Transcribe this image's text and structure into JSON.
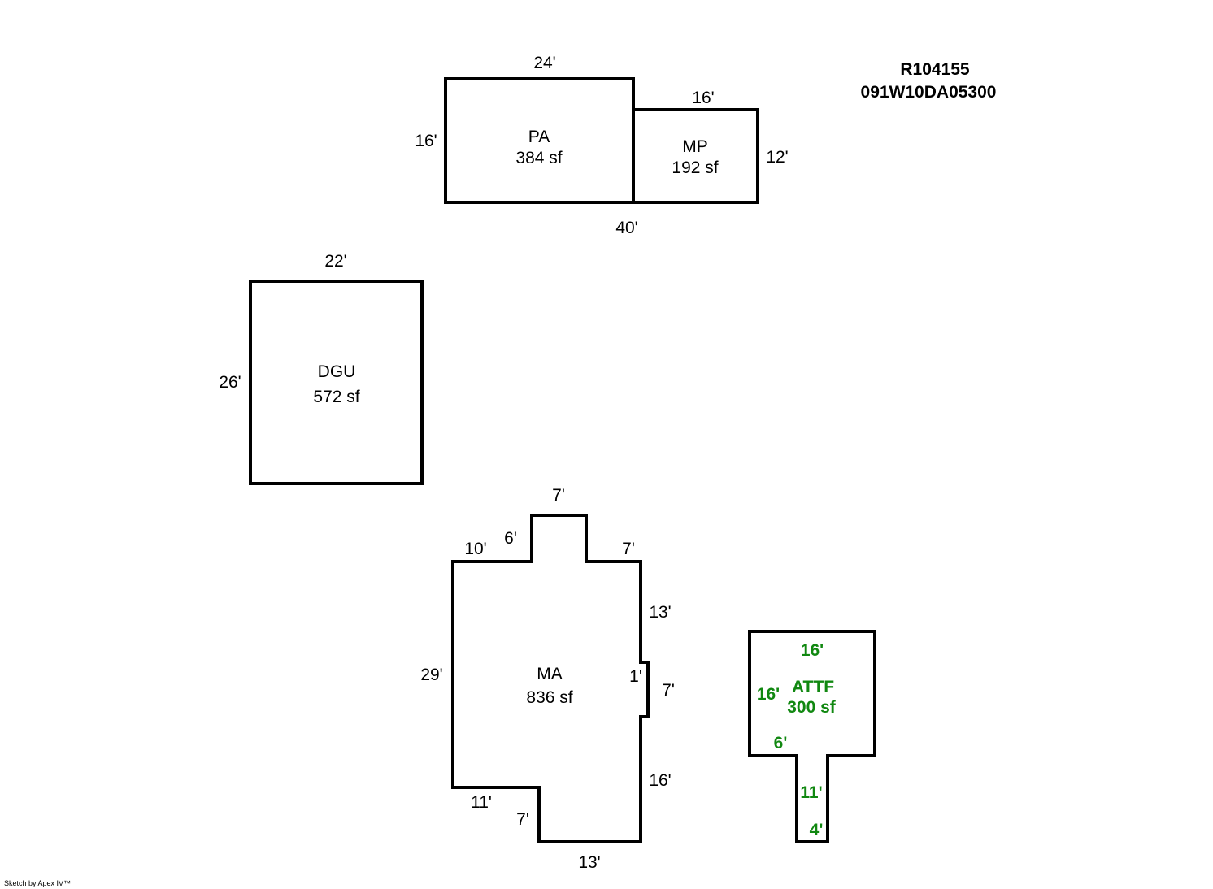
{
  "header": {
    "account": "R104155",
    "map_number": "091W10DA05300"
  },
  "footer": {
    "credit": "Sketch by Apex IV™"
  },
  "colors": {
    "outline": "#000000",
    "highlight": "#118811"
  },
  "areas": {
    "pa": {
      "code": "PA",
      "area": "384 sf",
      "dims": {
        "top": "24'",
        "left": "16'",
        "bottom": "40'"
      }
    },
    "mp": {
      "code": "MP",
      "area": "192 sf",
      "dims": {
        "top": "16'",
        "right": "12'"
      }
    },
    "dgu": {
      "code": "DGU",
      "area": "572 sf",
      "dims": {
        "top": "22'",
        "left": "26'"
      }
    },
    "ma": {
      "code": "MA",
      "area": "836 sf",
      "dims": {
        "top_bump": "7'",
        "left_top": "10'",
        "bump_left": "6'",
        "right_top": "7'",
        "right_upper": "13'",
        "left": "29'",
        "notch_depth": "1'",
        "notch_height": "7'",
        "right_lower": "16'",
        "bottom_left": "11'",
        "bottom_step": "7'",
        "bottom": "13'"
      }
    },
    "attf": {
      "code": "ATTF",
      "area": "300 sf",
      "dims": {
        "top": "16'",
        "left": "16'",
        "stem_offset": "6'",
        "stem_height": "11'",
        "stem_width": "4'"
      }
    }
  }
}
